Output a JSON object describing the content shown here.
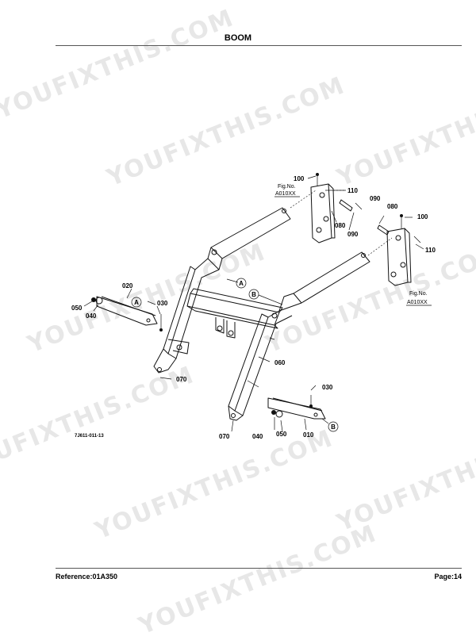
{
  "header": {
    "title": "BOOM"
  },
  "footer": {
    "reference": "Reference:01A350",
    "page": "Page:14"
  },
  "watermark": {
    "text": "YOUFIXTHIS.COM"
  },
  "diagram": {
    "catalog_number": "7J611-011-13",
    "fig_label": "Fig.No.",
    "fig_number": "A010XX",
    "section_marks": {
      "a": "A",
      "b": "B"
    },
    "callouts": {
      "p010": "010",
      "p020": "020",
      "p030": "030",
      "p040": "040",
      "p050": "050",
      "p060": "060",
      "p070": "070",
      "p080": "080",
      "p090": "090",
      "p100": "100",
      "p110": "110"
    }
  }
}
